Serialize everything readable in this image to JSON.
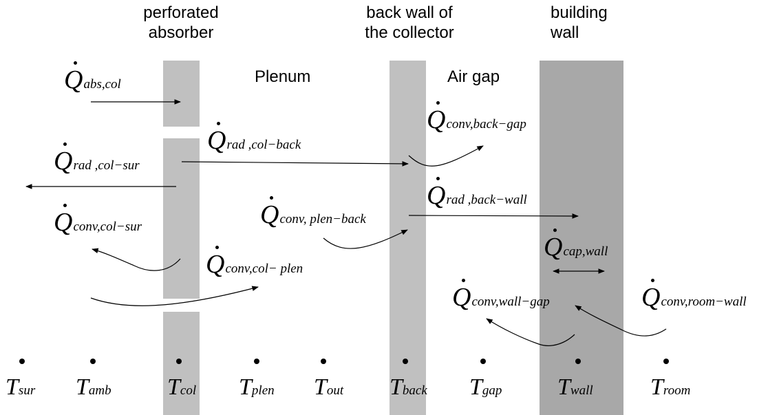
{
  "headers": {
    "perforated_absorber": [
      "perforated",
      "absorber"
    ],
    "back_wall": [
      "back wall of",
      "the collector"
    ],
    "building_wall": [
      "building",
      "wall"
    ]
  },
  "regions": {
    "plenum": "Plenum",
    "air_gap": "Air gap"
  },
  "heat_flows": {
    "abs_col": {
      "symbol": "Q",
      "subscript": "abs,col"
    },
    "rad_col_back": {
      "symbol": "Q",
      "subscript": "rad ,col−back"
    },
    "rad_col_sur": {
      "symbol": "Q",
      "subscript": "rad ,col−sur"
    },
    "conv_col_sur": {
      "symbol": "Q",
      "subscript": "conv,col−sur"
    },
    "conv_plen_back": {
      "symbol": "Q",
      "subscript": "conv, plen−back"
    },
    "conv_col_plen": {
      "symbol": "Q",
      "subscript": "conv,col− plen"
    },
    "conv_back_gap": {
      "symbol": "Q",
      "subscript": "conv,back−gap"
    },
    "rad_back_wall": {
      "symbol": "Q",
      "subscript": "rad ,back−wall"
    },
    "cap_wall": {
      "symbol": "Q",
      "subscript": "cap,wall"
    },
    "conv_wall_gap": {
      "symbol": "Q",
      "subscript": "conv,wall−gap"
    },
    "conv_room_wall": {
      "symbol": "Q",
      "subscript": "conv,room−wall"
    }
  },
  "temperature_nodes": [
    {
      "symbol": "T",
      "subscript": "sur"
    },
    {
      "symbol": "T",
      "subscript": "amb"
    },
    {
      "symbol": "T",
      "subscript": "col"
    },
    {
      "symbol": "T",
      "subscript": "plen"
    },
    {
      "symbol": "T",
      "subscript": "out"
    },
    {
      "symbol": "T",
      "subscript": "back"
    },
    {
      "symbol": "T",
      "subscript": "gap"
    },
    {
      "symbol": "T",
      "subscript": "wall"
    },
    {
      "symbol": "T",
      "subscript": "room"
    }
  ],
  "colors": {
    "absorber": "#c0c0c0",
    "back_wall": "#c0c0c0",
    "building_wall": "#a8a8a8",
    "line": "#000000"
  }
}
